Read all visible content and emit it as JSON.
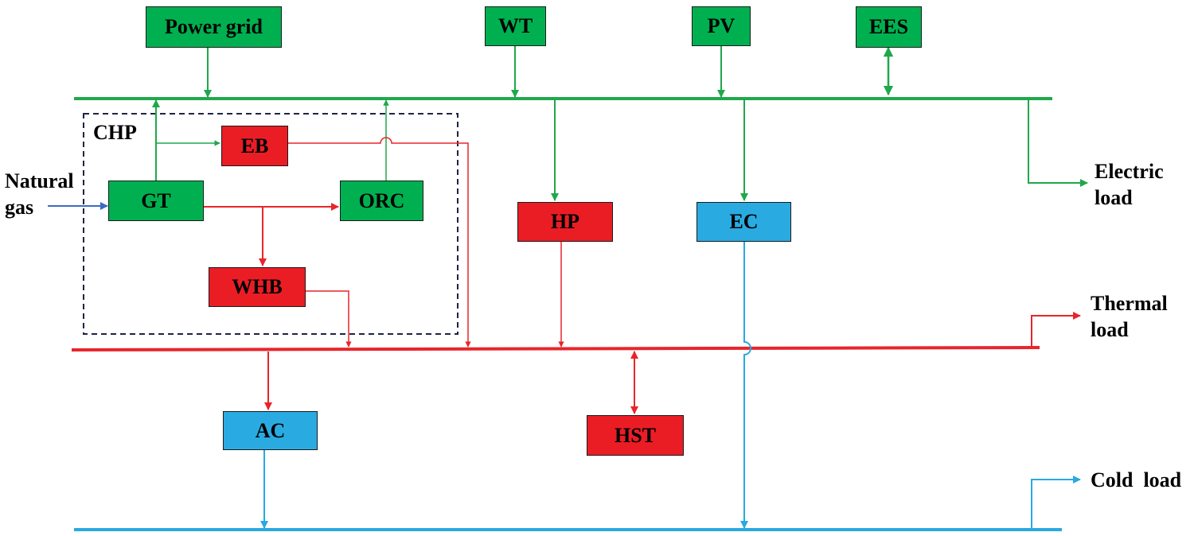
{
  "colors": {
    "electric": "#1fa84b",
    "thermal": "#e8252b",
    "cold": "#29a9e0",
    "gas": "#3b6cc4",
    "border": "#1a1a1a",
    "dashed": "#1f2345",
    "box_green": "#00b050",
    "box_red": "#ea1d25",
    "box_blue": "#29abe2"
  },
  "sources": {
    "power_grid": "Power grid",
    "wt": "WT",
    "pv": "PV",
    "ees": "EES"
  },
  "chp": {
    "label": "CHP",
    "gt": "GT",
    "eb": "EB",
    "orc": "ORC",
    "whb": "WHB"
  },
  "converters": {
    "hp": "HP",
    "ec": "EC",
    "ac": "AC",
    "hst": "HST"
  },
  "inputs": {
    "natural_gas_line1": "Natural",
    "natural_gas_line2": "gas"
  },
  "loads": {
    "electric_line1": "Electric",
    "electric_line2": "load",
    "thermal_line1": "Thermal",
    "thermal_line2": "load",
    "cold": "Cold  load"
  }
}
